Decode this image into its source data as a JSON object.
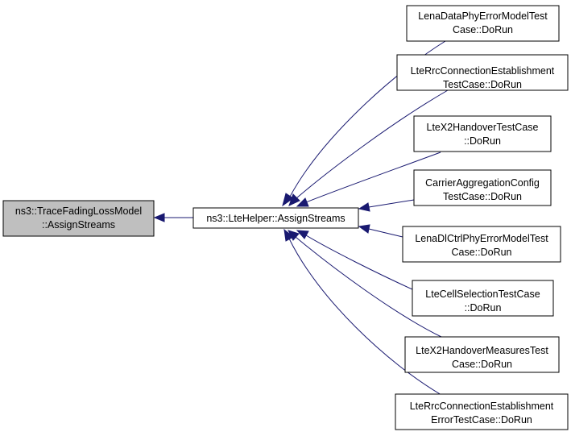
{
  "colors": {
    "edge": "#191970",
    "root_fill": "#bfbfbf",
    "node_fill": "#ffffff",
    "border": "#000000"
  },
  "root": {
    "lines": [
      "ns3::TraceFadingLossModel",
      "::AssignStreams"
    ]
  },
  "hub": {
    "lines": [
      "ns3::LteHelper::AssignStreams"
    ]
  },
  "callers": [
    {
      "lines": [
        "LenaDataPhyErrorModelTest",
        "Case::DoRun"
      ]
    },
    {
      "lines": [
        "LteRrcConnectionEstablishment",
        "TestCase::DoRun"
      ]
    },
    {
      "lines": [
        "LteX2HandoverTestCase",
        "::DoRun"
      ]
    },
    {
      "lines": [
        "CarrierAggregationConfig",
        "TestCase::DoRun"
      ]
    },
    {
      "lines": [
        "LenaDlCtrlPhyErrorModelTest",
        "Case::DoRun"
      ]
    },
    {
      "lines": [
        "LteCellSelectionTestCase",
        "::DoRun"
      ]
    },
    {
      "lines": [
        "LteX2HandoverMeasuresTest",
        "Case::DoRun"
      ]
    },
    {
      "lines": [
        "LteRrcConnectionEstablishment",
        "ErrorTestCase::DoRun"
      ]
    }
  ]
}
